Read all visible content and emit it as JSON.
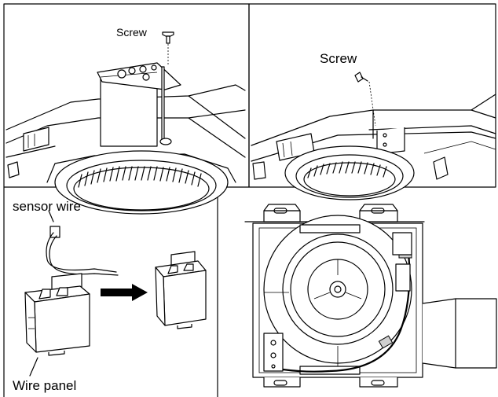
{
  "panels": [
    {
      "id": "panel-1",
      "label": "Screw"
    },
    {
      "id": "panel-2",
      "label": "Screw"
    },
    {
      "id": "panel-3",
      "labels": [
        "sensor wire",
        "Wire panel"
      ]
    },
    {
      "id": "panel-4"
    }
  ],
  "colors": {
    "line": "#000000",
    "background": "#ffffff"
  }
}
